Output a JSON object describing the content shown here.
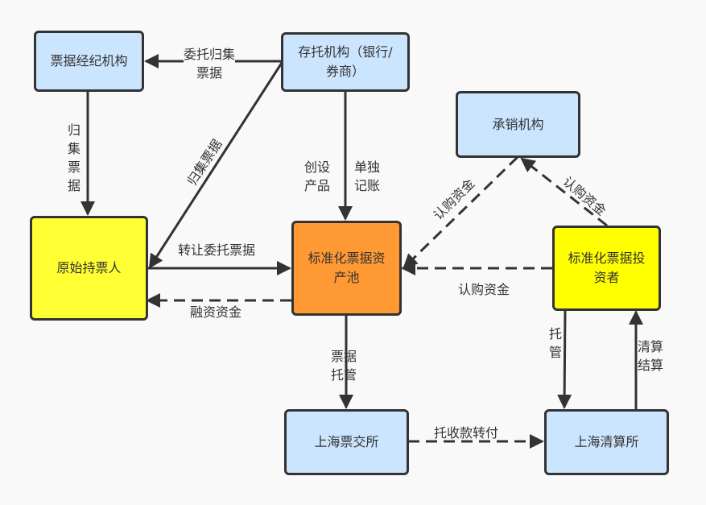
{
  "nodes": {
    "broker": {
      "label": "票据经纪机构"
    },
    "custodian": {
      "label": "存托机构（银行/券商）"
    },
    "underwriter": {
      "label": "承销机构"
    },
    "original_holder": {
      "label": "原始持票人"
    },
    "asset_pool": {
      "label": "标准化票据资产池"
    },
    "investor": {
      "label": "标准化票据投资者"
    },
    "shcpe": {
      "label": "上海票交所"
    },
    "shclearing": {
      "label": "上海清算所"
    }
  },
  "edges": {
    "custodian_to_broker": {
      "label": "委托归集\n票据",
      "style": "solid"
    },
    "broker_to_holder": {
      "label": "归集票据",
      "style": "solid"
    },
    "custodian_to_holder": {
      "label": "归集票据",
      "style": "solid"
    },
    "custodian_to_pool_left": {
      "label": "创设\n产品",
      "style": "solid"
    },
    "custodian_to_pool_right": {
      "label": "单独\n记账",
      "style": "solid"
    },
    "holder_to_pool": {
      "label": "转让委托票据",
      "style": "solid"
    },
    "pool_to_holder": {
      "label": "融资资金",
      "style": "dashed"
    },
    "underwriter_to_pool": {
      "label": "认购资金",
      "style": "dashed"
    },
    "investor_to_underwriter": {
      "label": "认购资金",
      "style": "dashed"
    },
    "investor_to_pool": {
      "label": "认购资金",
      "style": "dashed"
    },
    "pool_to_shcpe": {
      "label": "票据\n托管",
      "style": "solid"
    },
    "investor_to_shclearing": {
      "label": "托管",
      "style": "solid"
    },
    "shclearing_to_investor": {
      "label": "清算\n结算",
      "style": "solid"
    },
    "shcpe_to_shclearing": {
      "label": "托收款转付",
      "style": "dashed"
    }
  },
  "colors": {
    "blue_node": "#cce5ff",
    "holder_node": "#ffff33",
    "investor_node": "#ffff00",
    "pool_node": "#ff9933",
    "stroke": "#333333",
    "background": "#f9f9f9"
  }
}
